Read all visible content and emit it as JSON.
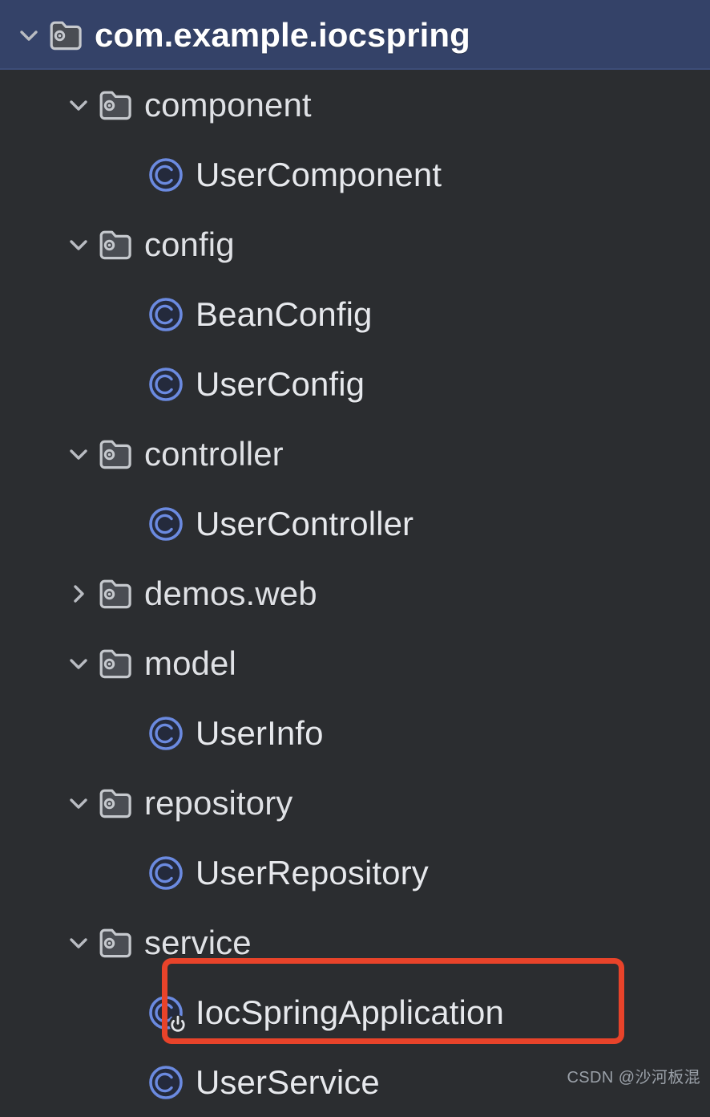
{
  "theme": {
    "background": "#2b2d30",
    "selection_background": "#344268",
    "text_color": "#dfe1e5",
    "class_icon_color": "#6b8ae0",
    "folder_icon_color": "#c6c9ce",
    "highlight_color": "#e8432a"
  },
  "tree": {
    "name": "project-structure-tree",
    "rows": [
      {
        "label": "com.example.iocspring",
        "type": "package",
        "depth": 0,
        "expander": "chevron-down",
        "selected": true,
        "icon": "folder-package-icon"
      },
      {
        "label": "component",
        "type": "package",
        "depth": 1,
        "expander": "chevron-down",
        "selected": false,
        "icon": "folder-package-icon"
      },
      {
        "label": "UserComponent",
        "type": "class",
        "depth": 2,
        "expander": "none",
        "selected": false,
        "icon": "class-icon"
      },
      {
        "label": "config",
        "type": "package",
        "depth": 1,
        "expander": "chevron-down",
        "selected": false,
        "icon": "folder-package-icon"
      },
      {
        "label": "BeanConfig",
        "type": "class",
        "depth": 2,
        "expander": "none",
        "selected": false,
        "icon": "class-icon"
      },
      {
        "label": "UserConfig",
        "type": "class",
        "depth": 2,
        "expander": "none",
        "selected": false,
        "icon": "class-icon"
      },
      {
        "label": "controller",
        "type": "package",
        "depth": 1,
        "expander": "chevron-down",
        "selected": false,
        "icon": "folder-package-icon"
      },
      {
        "label": "UserController",
        "type": "class",
        "depth": 2,
        "expander": "none",
        "selected": false,
        "icon": "class-icon"
      },
      {
        "label": "demos.web",
        "type": "package",
        "depth": 1,
        "expander": "chevron-right",
        "selected": false,
        "icon": "folder-package-icon"
      },
      {
        "label": "model",
        "type": "package",
        "depth": 1,
        "expander": "chevron-down",
        "selected": false,
        "icon": "folder-package-icon"
      },
      {
        "label": "UserInfo",
        "type": "class",
        "depth": 2,
        "expander": "none",
        "selected": false,
        "icon": "class-icon"
      },
      {
        "label": "repository",
        "type": "package",
        "depth": 1,
        "expander": "chevron-down",
        "selected": false,
        "icon": "folder-package-icon"
      },
      {
        "label": "UserRepository",
        "type": "class",
        "depth": 2,
        "expander": "none",
        "selected": false,
        "icon": "class-icon"
      },
      {
        "label": "service",
        "type": "package",
        "depth": 1,
        "expander": "chevron-down",
        "selected": false,
        "icon": "folder-package-icon"
      },
      {
        "label": "IocSpringApplication",
        "type": "class",
        "depth": 2,
        "expander": "none",
        "selected": false,
        "icon": "class-runnable-icon",
        "badge": "run-power-badge-icon",
        "highlighted": true
      },
      {
        "label": "UserService",
        "type": "class",
        "depth": 2,
        "expander": "none",
        "selected": false,
        "icon": "class-icon"
      }
    ]
  },
  "annotation": {
    "name": "red-highlight-box",
    "target_label": "IocSpringApplication",
    "color": "#e8432a"
  },
  "watermark": {
    "text": "CSDN @沙河板混"
  }
}
